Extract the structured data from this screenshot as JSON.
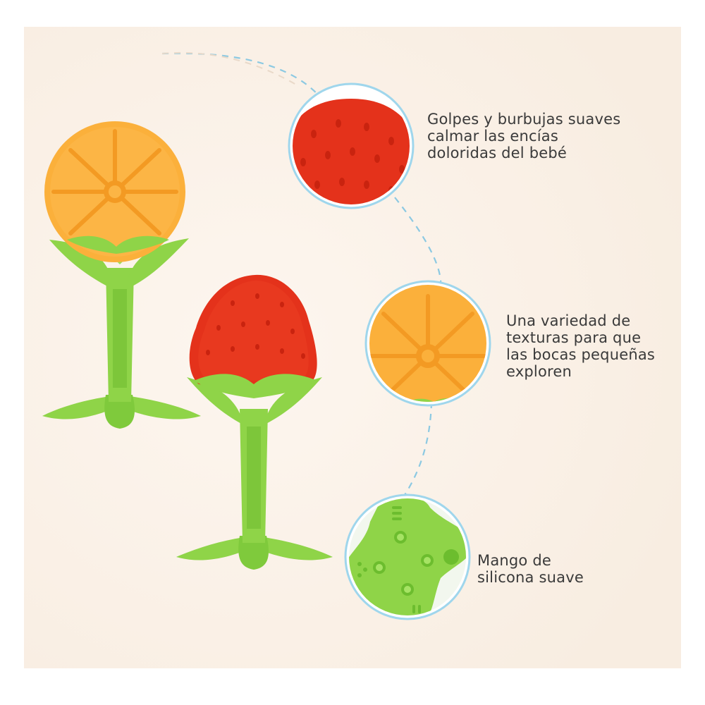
{
  "features": [
    {
      "lines": [
        "Golpes y burbujas suaves",
        "calmar las encías",
        "doloridas del bebé"
      ],
      "icon": "strawberry-texture-closeup"
    },
    {
      "lines": [
        "Una variedad de",
        "texturas para que",
        "las bocas pequeñas",
        "exploren"
      ],
      "icon": "orange-texture-closeup"
    },
    {
      "lines": [
        "Mango de",
        "silicona suave"
      ],
      "icon": "silicone-handle-base-closeup"
    }
  ],
  "products": [
    {
      "name": "orange-teether",
      "fruit": "orange"
    },
    {
      "name": "strawberry-teether",
      "fruit": "strawberry"
    }
  ],
  "colors": {
    "background": "#faf1e8",
    "orange": "#fbb03b",
    "orange_dark": "#f39a23",
    "strawberry": "#e4321b",
    "strawberry_dark": "#c9230f",
    "silicone_green": "#8fd448",
    "silicone_green_dark": "#6cbd2e",
    "ring_blue": "#9fd6ec",
    "dash_blue": "#8cc9e2",
    "text": "#3a3a3a"
  }
}
